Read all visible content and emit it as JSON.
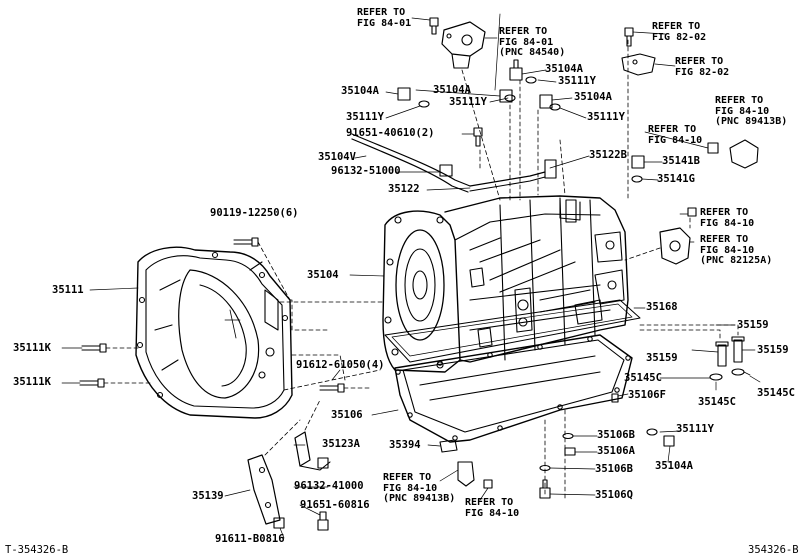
{
  "drawing_id_left": "T-354326-B",
  "drawing_id_right": "354326-B",
  "refs": {
    "r1": "REFER TO\nFIG 84-01",
    "r2": "REFER TO\nFIG 84-01\n(PNC 84540)",
    "r3": "REFER TO\nFIG 82-02",
    "r4": "REFER TO\nFIG 82-02",
    "r5": "REFER TO\nFIG 84-10\n(PNC 89413B)",
    "r6": "REFER TO\nFIG 84-10",
    "r7": "REFER TO\nFIG 84-10",
    "r8": "REFER TO\nFIG 84-10\n(PNC 82125A)",
    "r9": "REFER TO\nFIG 84-10\n(PNC 89413B)",
    "r10": "REFER TO\nFIG 84-10"
  },
  "parts": {
    "p35104A_1": "35104A",
    "p35104A_2": "35104A",
    "p35104A_3": "35104A",
    "p35104A_4": "35104A",
    "p35104A_5": "35104A",
    "p35111Y_1": "35111Y",
    "p35111Y_2": "35111Y",
    "p35111Y_3": "35111Y",
    "p35111Y_4": "35111Y",
    "p35111Y_5": "35111Y",
    "p91651_40610": "91651-40610(2)",
    "p35104V": "35104V",
    "p96132_51000": "96132-51000",
    "p35122": "35122",
    "p35122B": "35122B",
    "p35141B": "35141B",
    "p35141G": "35141G",
    "p90119": "90119-12250(6)",
    "p35111": "35111",
    "p35104": "35104",
    "p35168": "35168",
    "p35159_1": "35159",
    "p35159_2": "35159",
    "p35159_3": "35159",
    "p35145C_1": "35145C",
    "p35145C_2": "35145C",
    "p35145C_3": "35145C",
    "p35111K_1": "35111K",
    "p35111K_2": "35111K",
    "p91612": "91612-61050(4)",
    "p35106": "35106",
    "p35106F": "35106F",
    "p35394": "35394",
    "p35106B_1": "35106B",
    "p35106B_2": "35106B",
    "p35106A": "35106A",
    "p35123A": "35123A",
    "p96132_41000": "96132-41000",
    "p35139": "35139",
    "p91651_60816": "91651-60816",
    "p91611": "91611-B0816",
    "p35106Q": "35106Q"
  }
}
